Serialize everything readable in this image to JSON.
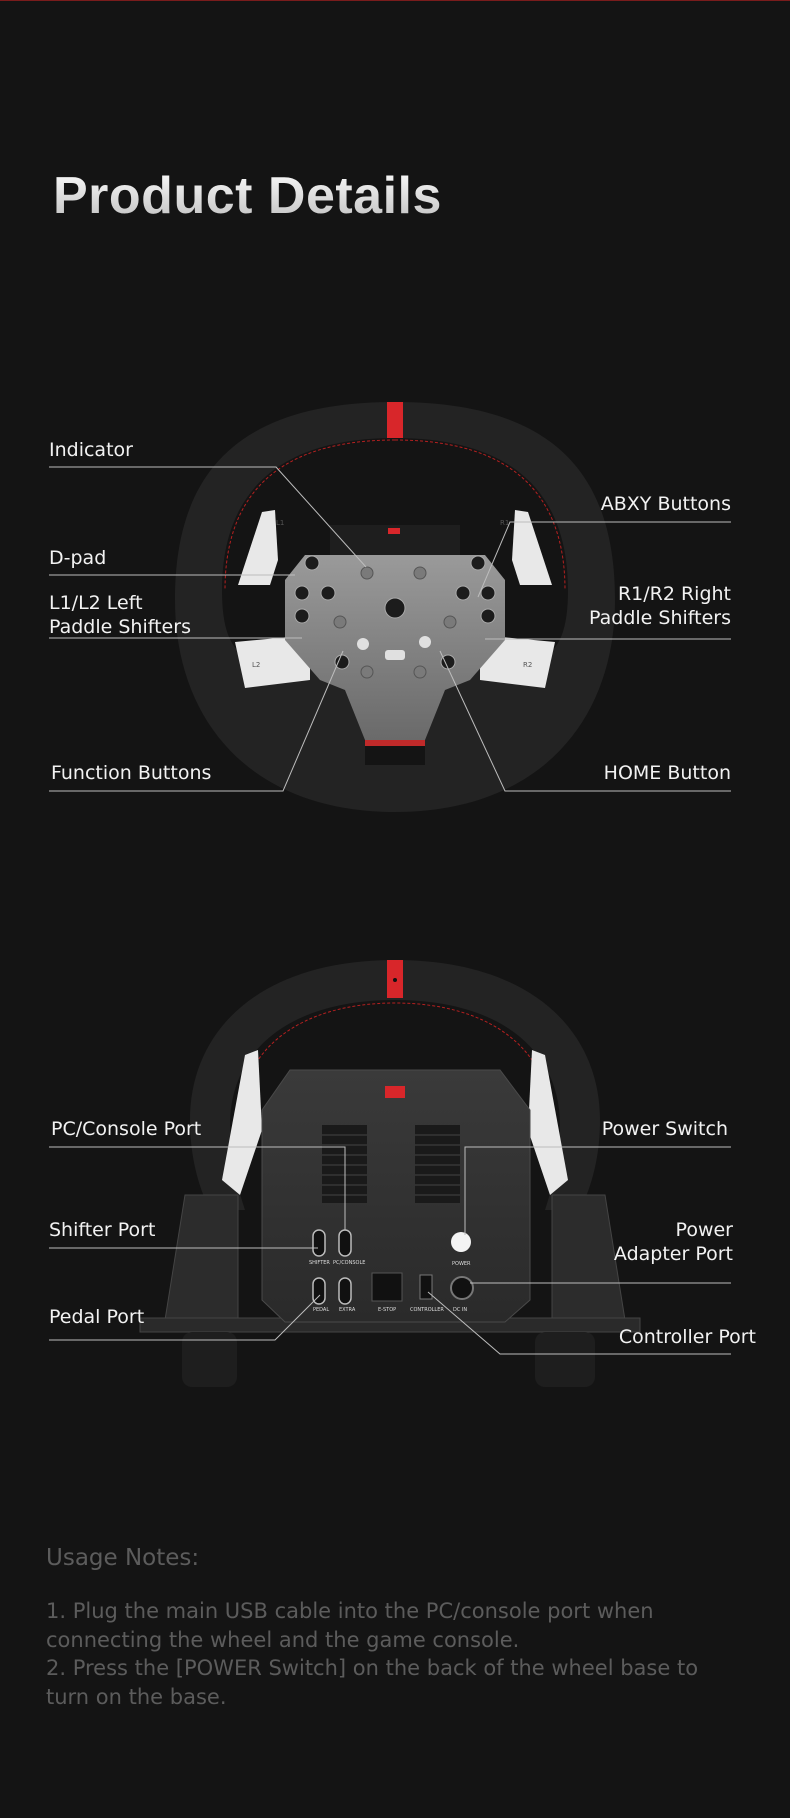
{
  "page": {
    "title": "Product Details"
  },
  "colors": {
    "background": "#141414",
    "accent_red": "#d8262a",
    "label": "#f2f2f2",
    "notes": "#5c5c5c"
  },
  "front_view": {
    "labels": {
      "indicator": "Indicator",
      "abxy": "ABXY Buttons",
      "dpad": "D-pad",
      "left_paddles_1": "L1/L2 Left",
      "left_paddles_2": "Paddle Shifters",
      "right_paddles_1": "R1/R2 Right",
      "right_paddles_2": "Paddle Shifters",
      "function": "Function Buttons",
      "home": "HOME Button"
    },
    "paddle_marks": {
      "l1": "L1",
      "l2": "L2",
      "r1": "R1",
      "r2": "R2"
    }
  },
  "back_view": {
    "labels": {
      "pc_console": "PC/Console Port",
      "power_switch": "Power Switch",
      "shifter": "Shifter Port",
      "power_adapter_1": "Power",
      "power_adapter_2": "Adapter Port",
      "pedal": "Pedal Port",
      "controller": "Controller Port"
    },
    "port_marks": {
      "shifter": "SHIFTER",
      "pc_console": "PC/CONSOLE",
      "power": "POWER",
      "pedal": "PEDAL",
      "extra": "EXTRA",
      "estop": "E-STOP",
      "controller": "CONTROLLER",
      "dc_in": "DC IN"
    }
  },
  "usage_notes": {
    "heading": "Usage Notes:",
    "items": [
      "1. Plug the main USB cable into the PC/console port when connecting the wheel and the game console.",
      "2. Press the [POWER Switch] on the back of the wheel base to turn on the base."
    ]
  }
}
